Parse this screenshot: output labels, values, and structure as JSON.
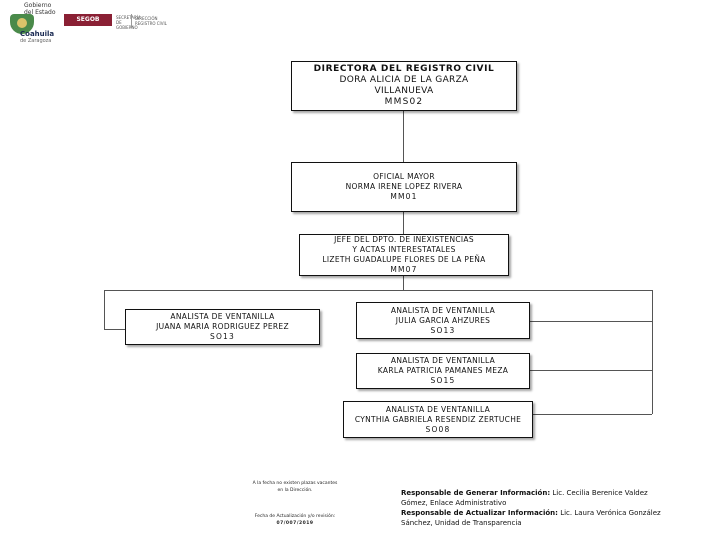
{
  "header": {
    "gobierno_line1": "Gobierno",
    "gobierno_line2": "del Estado",
    "coahuila": "Coahuila",
    "coahuila_sub": "de Zaragoza",
    "segob": "SEGOB",
    "secretaria_text": "SECRETARÍA DE GOBIERNO",
    "registro_line1": "DIRECCIÓN",
    "registro_line2": "REGISTRO CIVIL",
    "shield_icon": "state-shield-icon",
    "shield_color": "#4a8a4a",
    "segob_color": "#8a2034"
  },
  "org": {
    "director": {
      "title": "DIRECTORA DEL REGISTRO CIVIL",
      "name_line1": "DORA ALICIA DE LA GARZA",
      "name_line2": "VILLANUEVA",
      "code": "MMS02"
    },
    "oficial": {
      "title": "OFICIAL MAYOR",
      "name": "NORMA IRENE LOPEZ RIVERA",
      "code": "MM01"
    },
    "jefe": {
      "title_line1": "JEFE DEL DPTO. DE INEXISTENCIAS",
      "title_line2": "Y ACTAS INTERESTATALES",
      "name": "LIZETH GUADALUPE FLORES DE LA PEÑA",
      "code": "MM07"
    },
    "analista_juana": {
      "title": "ANALISTA DE VENTANILLA",
      "name": "JUANA MARIA RODRIGUEZ PEREZ",
      "code": "SO13"
    },
    "analista_julia": {
      "title": "ANALISTA DE VENTANILLA",
      "name": "JULIA GARCIA AHZURES",
      "code": "SO13"
    },
    "analista_karla": {
      "title": "ANALISTA DE VENTANILLA",
      "name": "KARLA PATRICIA PAMANES MEZA",
      "code": "SO15"
    },
    "analista_cynthia": {
      "title": "ANALISTA DE VENTANILLA",
      "name": "CYNTHIA GABRIELA RESENDIZ ZERTUCHE",
      "code": "SO08"
    }
  },
  "footer": {
    "vacantes_line1": "A la fecha no existen plazas vacantes",
    "vacantes_line2": "en la Dirección.",
    "fecha_label": "Fecha de Actualización y/o revisión:",
    "fecha_value": "07/007/2019",
    "generar_label": "Responsable de Generar Información:",
    "generar_value_line1": "Lic. Cecilia Berenice Valdez",
    "generar_value_line2": "Gómez, Enlace Administrativo",
    "actualizar_label": "Responsable de Actualizar Información:",
    "actualizar_value_line1": "Lic. Laura Verónica González",
    "actualizar_value_line2": "Sánchez, Unidad de Transparencia"
  }
}
